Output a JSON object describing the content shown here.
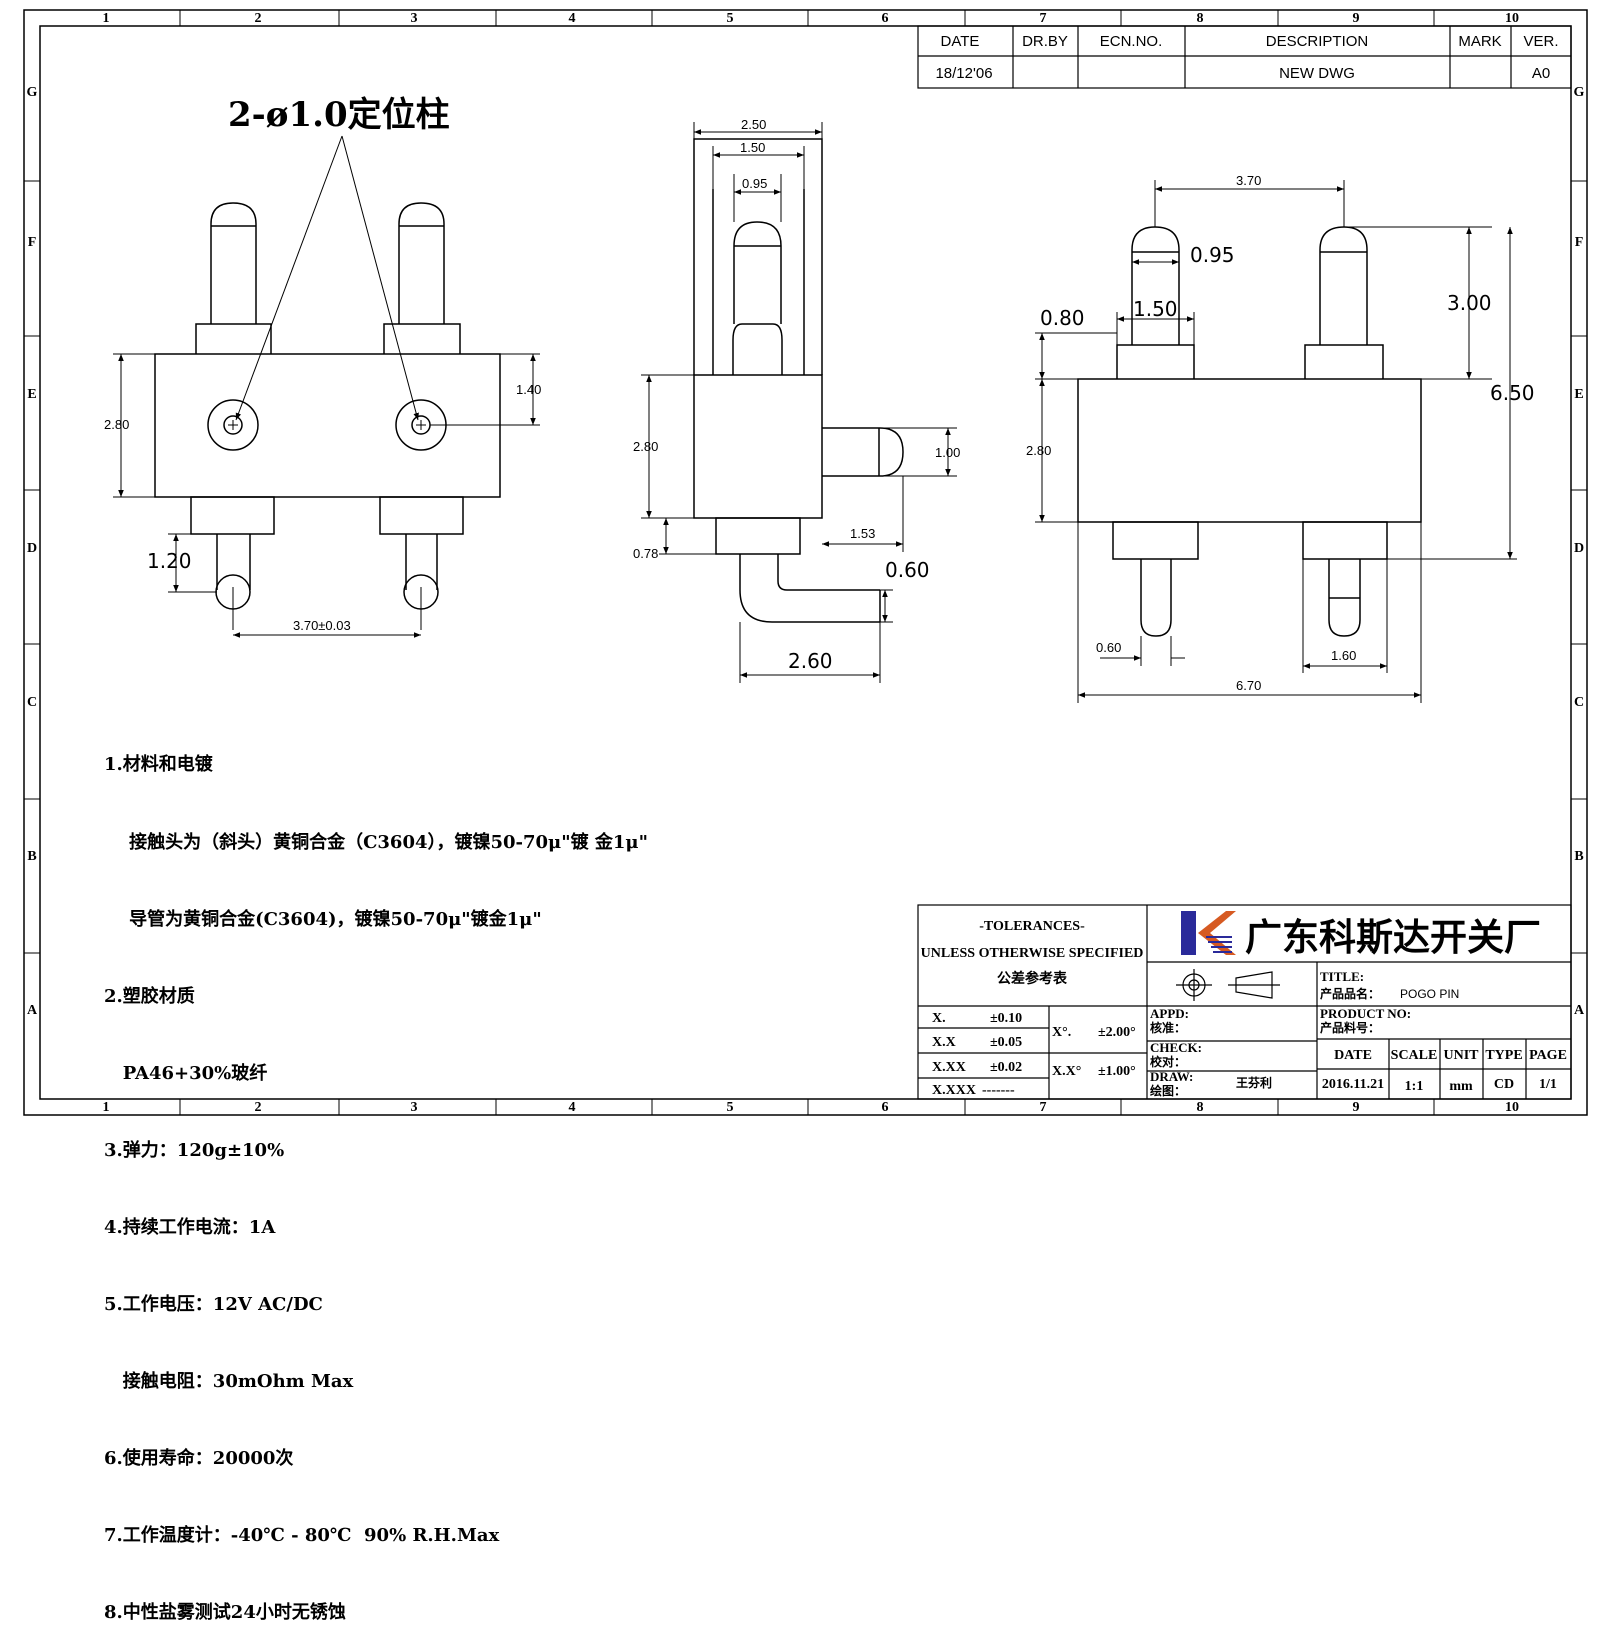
{
  "border": {
    "columns": [
      "1",
      "2",
      "3",
      "4",
      "5",
      "6",
      "7",
      "8",
      "9",
      "10"
    ],
    "rows": [
      "G",
      "F",
      "E",
      "D",
      "C",
      "B",
      "A"
    ]
  },
  "revision": {
    "headers": [
      "DATE",
      "DR.BY",
      "ECN.NO.",
      "DESCRIPTION",
      "MARK",
      "VER."
    ],
    "row": [
      "18/12'06",
      "",
      "",
      "NEW DWG",
      "",
      "A0"
    ]
  },
  "callout": "2-ø1.0定位柱",
  "view1": {
    "height": "2.80",
    "half_height": "1.40",
    "tail": "1.20",
    "pitch": "3.70±0.03"
  },
  "view2": {
    "outer_width": "2.50",
    "mid_width": "1.50",
    "tip_width": "0.95",
    "height": "2.80",
    "pin_dia": "1.00",
    "base": "0.78",
    "offset": "1.53",
    "tail_thk": "0.60",
    "tail_len": "2.60"
  },
  "view3": {
    "pitch": "3.70",
    "tip": "0.95",
    "barrel": "1.50",
    "sleeve": "0.80",
    "stroke": "3.00",
    "total": "6.50",
    "height": "2.80",
    "tail_dia": "0.60",
    "tail_w": "1.60",
    "width": "6.70"
  },
  "notes": [
    "1.材料和电镀",
    "    接触头为（斜头）黄铜合金（C3604），镀镍50-70μ\"镀 金1μ\"",
    "    导管为黄铜合金(C3604)，镀镍50-70μ\"镀金1μ\"",
    "2.塑胶材质",
    "   PA46+30%玻纤",
    "3.弹力：120g±10%",
    "4.持续工作电流：1A",
    "5.工作电压：12V AC/DC",
    "   接触电阻：30mOhm Max",
    "6.使用寿命：20000次",
    "7.工作温度计：-40℃ - 80℃  90% R.H.Max",
    "8.中性盐雾测试24小时无锈蚀"
  ],
  "title_block": {
    "tol_title": "-TOLERANCES-",
    "tol_sub": "UNLESS OTHERWISE SPECIFIED",
    "tol_cn": "公差参考表",
    "tol_rows": [
      {
        "k": "X.",
        "v": "±0.10"
      },
      {
        "k": "X.X",
        "v": "±0.05"
      },
      {
        "k": "X.XX",
        "v": "±0.02"
      },
      {
        "k": "X.XXX",
        "v": "-------"
      }
    ],
    "ang_rows": [
      {
        "k": "X°.",
        "v": "±2.00°"
      },
      {
        "k": "X.X°",
        "v": "±1.00°"
      }
    ],
    "company": "广东科斯达开关厂",
    "title_label": "TITLE:",
    "name_label": "产品品名：",
    "name_value": "POGO PIN",
    "appd_label": "APPD:",
    "appd_cn": "核准：",
    "check_label": "CHECK:",
    "check_cn": "校对：",
    "draw_label": "DRAW:",
    "draw_cn": "绘图：",
    "drawer": "王芬利",
    "product_no": "PRODUCT NO:",
    "product_no_cn": "产品料号：",
    "meta_headers": [
      "DATE",
      "SCALE",
      "UNIT",
      "TYPE",
      "PAGE"
    ],
    "meta_values": [
      "2016.11.21",
      "1:1",
      "mm",
      "CD",
      "1/1"
    ]
  }
}
